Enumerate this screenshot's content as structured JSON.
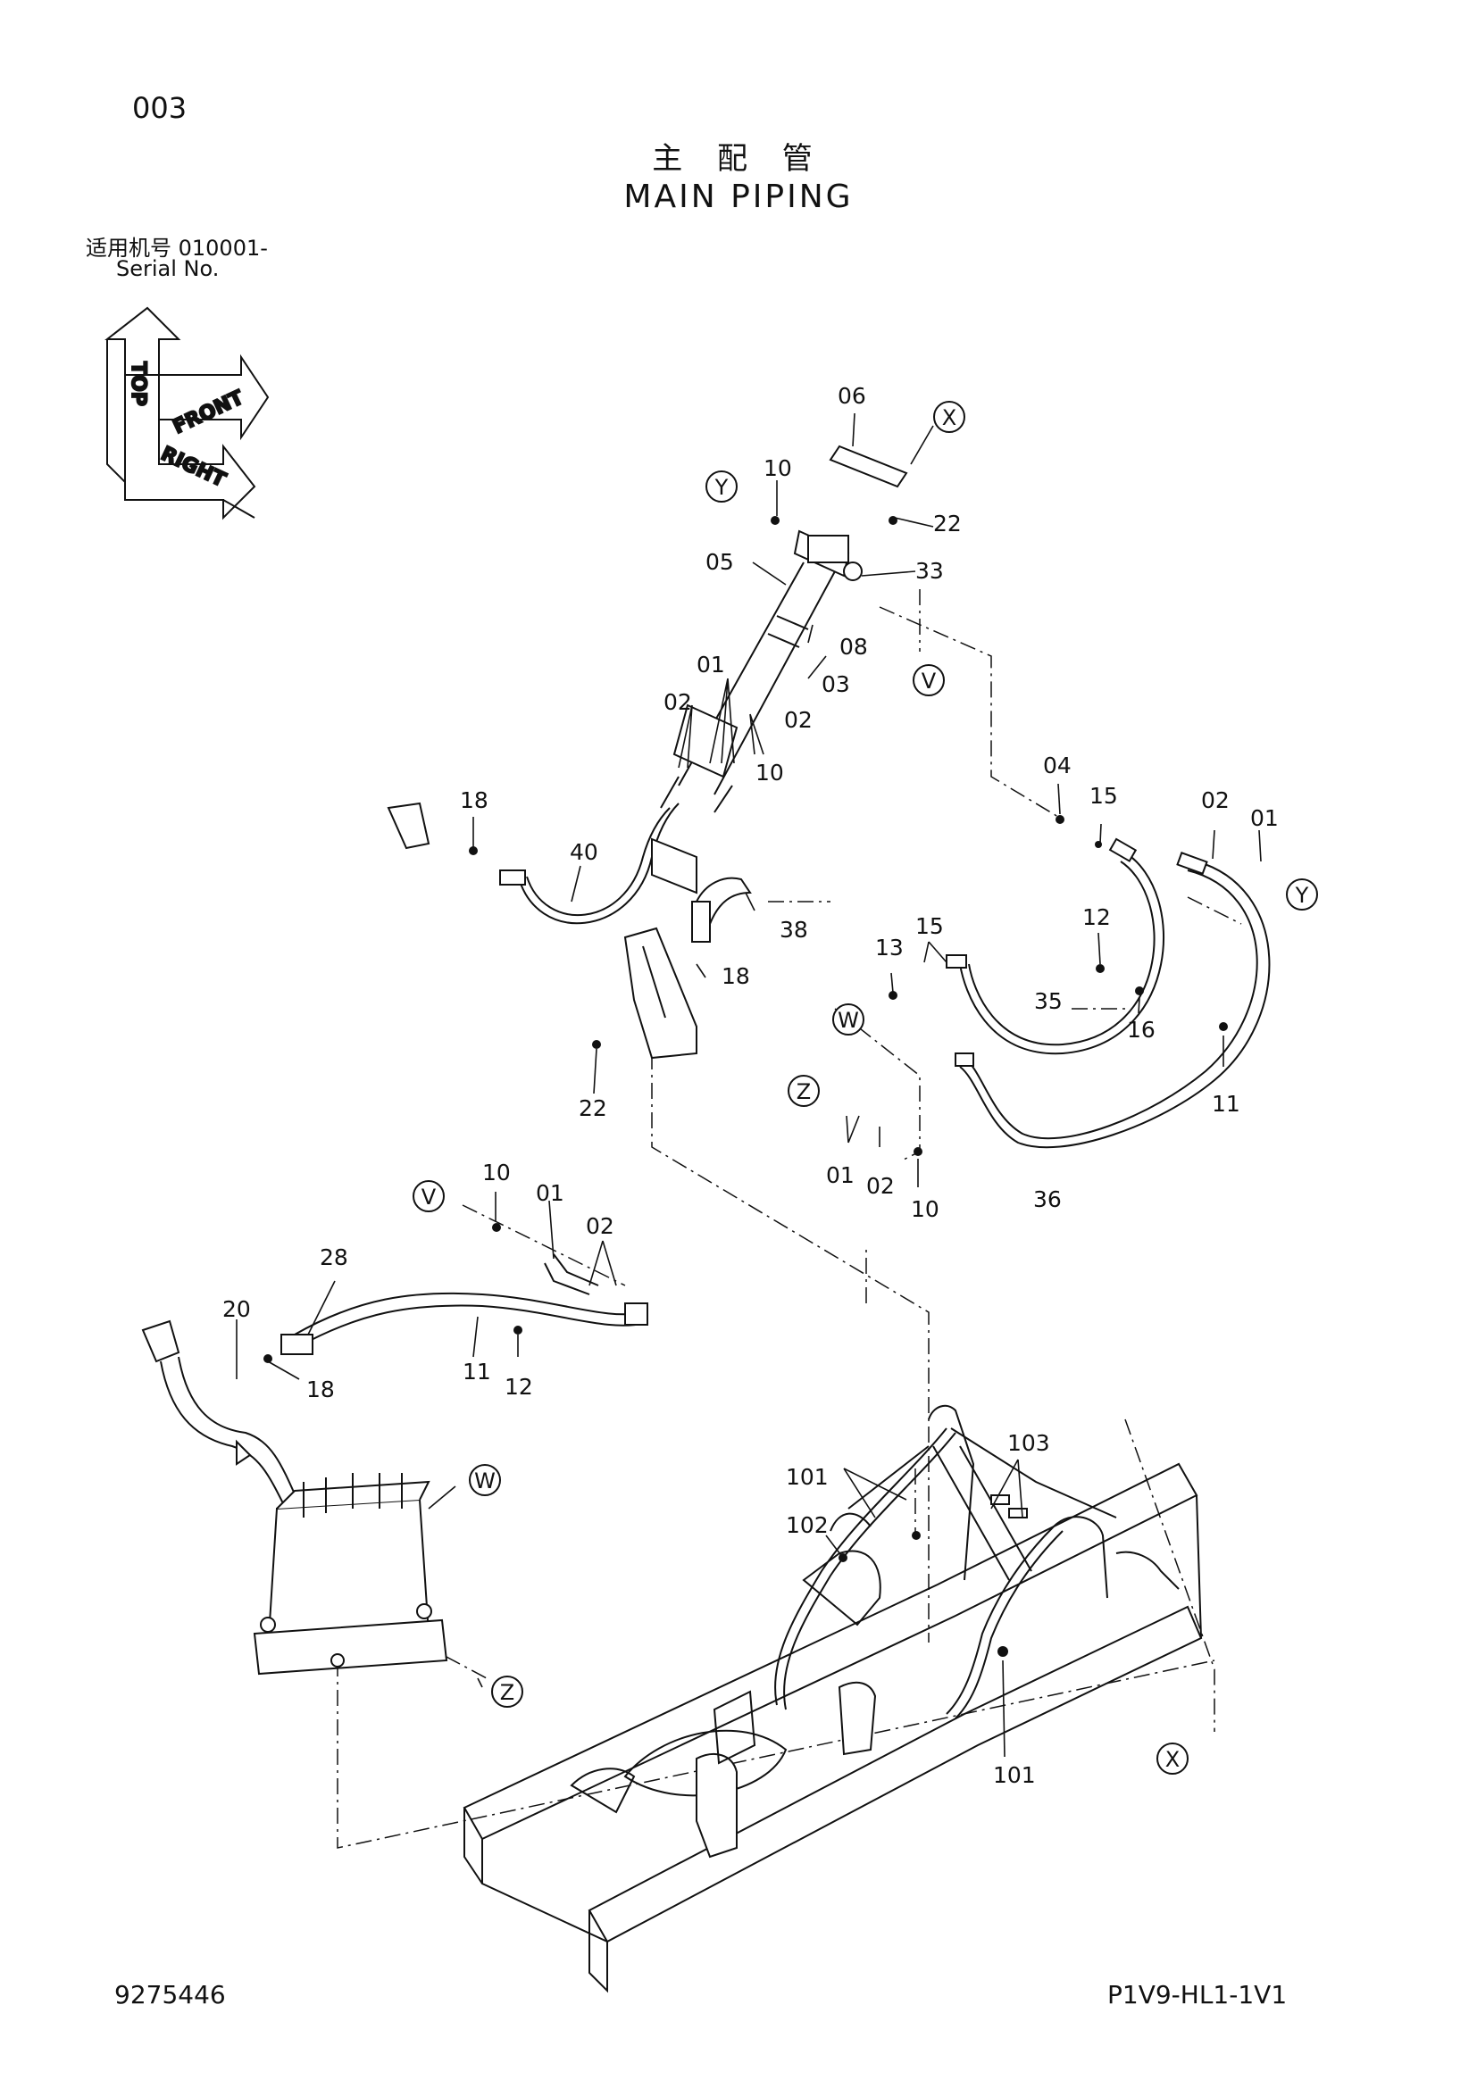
{
  "header": {
    "page_code": "003",
    "title_cn": "主 配 管",
    "title_en": "MAIN PIPING",
    "serial_cn": "适用机号 010001-",
    "serial_en": "Serial No."
  },
  "orientation": {
    "top": "TOP",
    "front": "FRONT",
    "right": "RIGHT"
  },
  "callouts": {
    "v": "V",
    "w": "W",
    "x": "X",
    "y": "Y",
    "z": "Z"
  },
  "parts": {
    "p01": "01",
    "p02": "02",
    "p03": "03",
    "p04": "04",
    "p05": "05",
    "p06": "06",
    "p08": "08",
    "p10": "10",
    "p11": "11",
    "p12": "12",
    "p13": "13",
    "p15": "15",
    "p16": "16",
    "p18": "18",
    "p20": "20",
    "p22": "22",
    "p28": "28",
    "p33": "33",
    "p35": "35",
    "p36": "36",
    "p38": "38",
    "p40": "40",
    "p101": "101",
    "p102": "102",
    "p103": "103"
  },
  "footer": {
    "doc_no": "9275446",
    "model_code": "P1V9-HL1-1V1"
  }
}
